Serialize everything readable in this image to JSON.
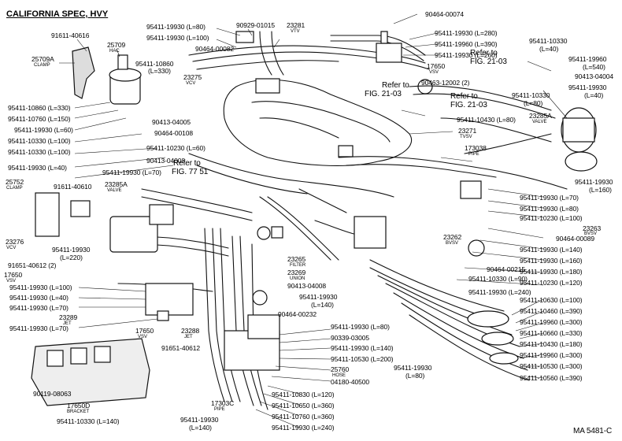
{
  "header": {
    "title": "CALIFORNIA SPEC, HVY"
  },
  "footer": {
    "code": "MA  5481-C"
  },
  "labels": {
    "l_91611_40616": "91611-40616",
    "l_25709": "25709",
    "l_hac": "HAC",
    "l_25709a": "25709A",
    "l_clamp1": "CLAMP",
    "l_10860_330": "95411-10860 (L=330)",
    "l_19930_80": "95411-19930 (L=80)",
    "l_19930_100": "95411-19930 (L=100)",
    "l_90929": "90929-01015",
    "l_23281": "23281",
    "l_vtv": "VTV",
    "l_90464_00074": "90464-00074",
    "l_19930_280": "95411-19930 (L=280)",
    "l_19960_390": "95411-19960 (L=390)",
    "l_19930_260": "95411-19930 (L=260)",
    "l_17650_top": "17650",
    "l_vsv_top": "VSV",
    "l_90463": "90463-12002 (2)",
    "l_90464_00082": "90464-00082",
    "l_23275": "23275",
    "l_vcv1": "VCV",
    "l_10860_330b": "95411-10860",
    "l_l330b": "(L=330)",
    "l_refer_2103a1": "Refer to",
    "l_refer_2103a2": "FIG. 21-03",
    "l_refer_2103b1": "Refer to",
    "l_refer_2103b2": "FIG. 21-03",
    "l_10330_40": "95411-10330",
    "l_l40a": "(L=40)",
    "l_19960_540": "95411-19960",
    "l_l540": "(L=540)",
    "l_90413_04004": "90413-04004",
    "l_19930_40r": "95411-19930",
    "l_l40r": "(L=40)",
    "l_10330_80": "95411-10330",
    "l_l80": "(L=80)",
    "l_23285a_r": "23285A",
    "l_valve_r": "VALVE",
    "l_10860_330c": "95411-10860 (L=330)",
    "l_10760_150": "95411-10760 (L=150)",
    "l_19930_60": "95411-19930 (L=60)",
    "l_90413_04005": "90413-04005",
    "l_90464_00108": "90464-00108",
    "l_10330_100": "95411-10330 (L=100)",
    "l_10230_60": "95411-10230 (L=60)",
    "l_10430_80": "95411-10430 (L=80)",
    "l_23271": "23271",
    "l_tvsv": "TVSV",
    "l_173038": "173038",
    "l_pipe1": "PIPE",
    "l_10330_100b": "95411-10330 (L=100)",
    "l_19930_40": "95411-19930 (L=40)",
    "l_90413_04008": "90413-04008",
    "l_19930_70a": "95411-19930 (L=70)",
    "l_refer_775_1": "Refer to",
    "l_refer_775_2": "FIG. 77 51",
    "l_19930_160": "95411-19930",
    "l_l160": "(L=160)",
    "l_25752": "25752",
    "l_clamp2": "CLAMP",
    "l_91611_40610": "91611-40610",
    "l_23285a_l": "23285A",
    "l_valve_l": "VALVE",
    "l_19930_70b": "95411-19930 (L=70)",
    "l_19930_80r": "95411-19930 (L=80)",
    "l_10230_100": "95411-10230 (L=100)",
    "l_23263": "23263",
    "l_bvsv1": "BVSV",
    "l_90464_00089": "90464-00089",
    "l_23276": "23276",
    "l_vcv2": "VCV",
    "l_19930_220": "95411-19930",
    "l_l220": "(L=220)",
    "l_91651_40612": "91651-40612 (2)",
    "l_17650_l": "17650",
    "l_vsv_l": "VSV",
    "l_23262": "23262",
    "l_bvsv2": "BVSV",
    "l_19930_140r": "95411-19930 (L=140)",
    "l_19930_160r": "95411-19930 (L=160)",
    "l_19930_180": "95411-19930 (L=180)",
    "l_90464_00215": "90464-00215",
    "l_10330_90": "95411-10330 (L=90)",
    "l_10230_120": "95411-10230 (L=120)",
    "l_23265": "23265",
    "l_filter": "FILTER",
    "l_23269": "23269",
    "l_union": "UNION",
    "l_19930_100l": "95411-19930 (L=100)",
    "l_19930_40l": "95411-19930 (L=40)",
    "l_19930_70l": "95411-19930 (L=70)",
    "l_90413_04008b": "90413-04008",
    "l_19930_140m": "95411-19930",
    "l_l140m": "(L=140)",
    "l_19930_240r": "95411-19930 (L=240)",
    "l_10630_100": "95411-10630 (L=100)",
    "l_10460_390": "95411-10460 (L=390)",
    "l_19960_300": "95411-19960 (L=300)",
    "l_10660_330": "95411-10660 (L=330)",
    "l_23289": "23289",
    "l_jet1": "JET",
    "l_90464_00232": "90464-00232",
    "l_19930_70c": "95411-19930 (L=70)",
    "l_17650_b": "17650",
    "l_vsv_b": "VSV",
    "l_23288": "23288",
    "l_jet2": "JET",
    "l_91651_40612b": "91651-40612",
    "l_19930_80m": "95411-19930 (L=80)",
    "l_90339": "90339-03005",
    "l_19930_140b": "95411-19930 (L=140)",
    "l_10530_200": "95411-10530 (L=200)",
    "l_10430_180": "95411-10430 (L=180)",
    "l_19960_300b": "95411-19960 (L=300)",
    "l_10530_300": "95411-10530 (L=300)",
    "l_10560_390": "95411-10560 (L=390)",
    "l_25760": "25760",
    "l_hose": "HOSE",
    "l_04180": "04180-40500",
    "l_19930_80b": "95411-19930",
    "l_l80b": "(L=80)",
    "l_90119": "90119-08063",
    "l_17650d": "17650D",
    "l_bracket": "BRACKET",
    "l_10330_140": "95411-10330 (L=140)",
    "l_19930_140c": "95411-19930",
    "l_l140c": "(L=140)",
    "l_173030": "17303C",
    "l_pipe2": "PIPE",
    "l_10830_120": "95411-10830 (L=120)",
    "l_10650_360": "95411-10650 (L=360)",
    "l_10760_360": "95411-10760 (L=360)",
    "l_19930_240b": "95411-19930 (L=240)"
  }
}
